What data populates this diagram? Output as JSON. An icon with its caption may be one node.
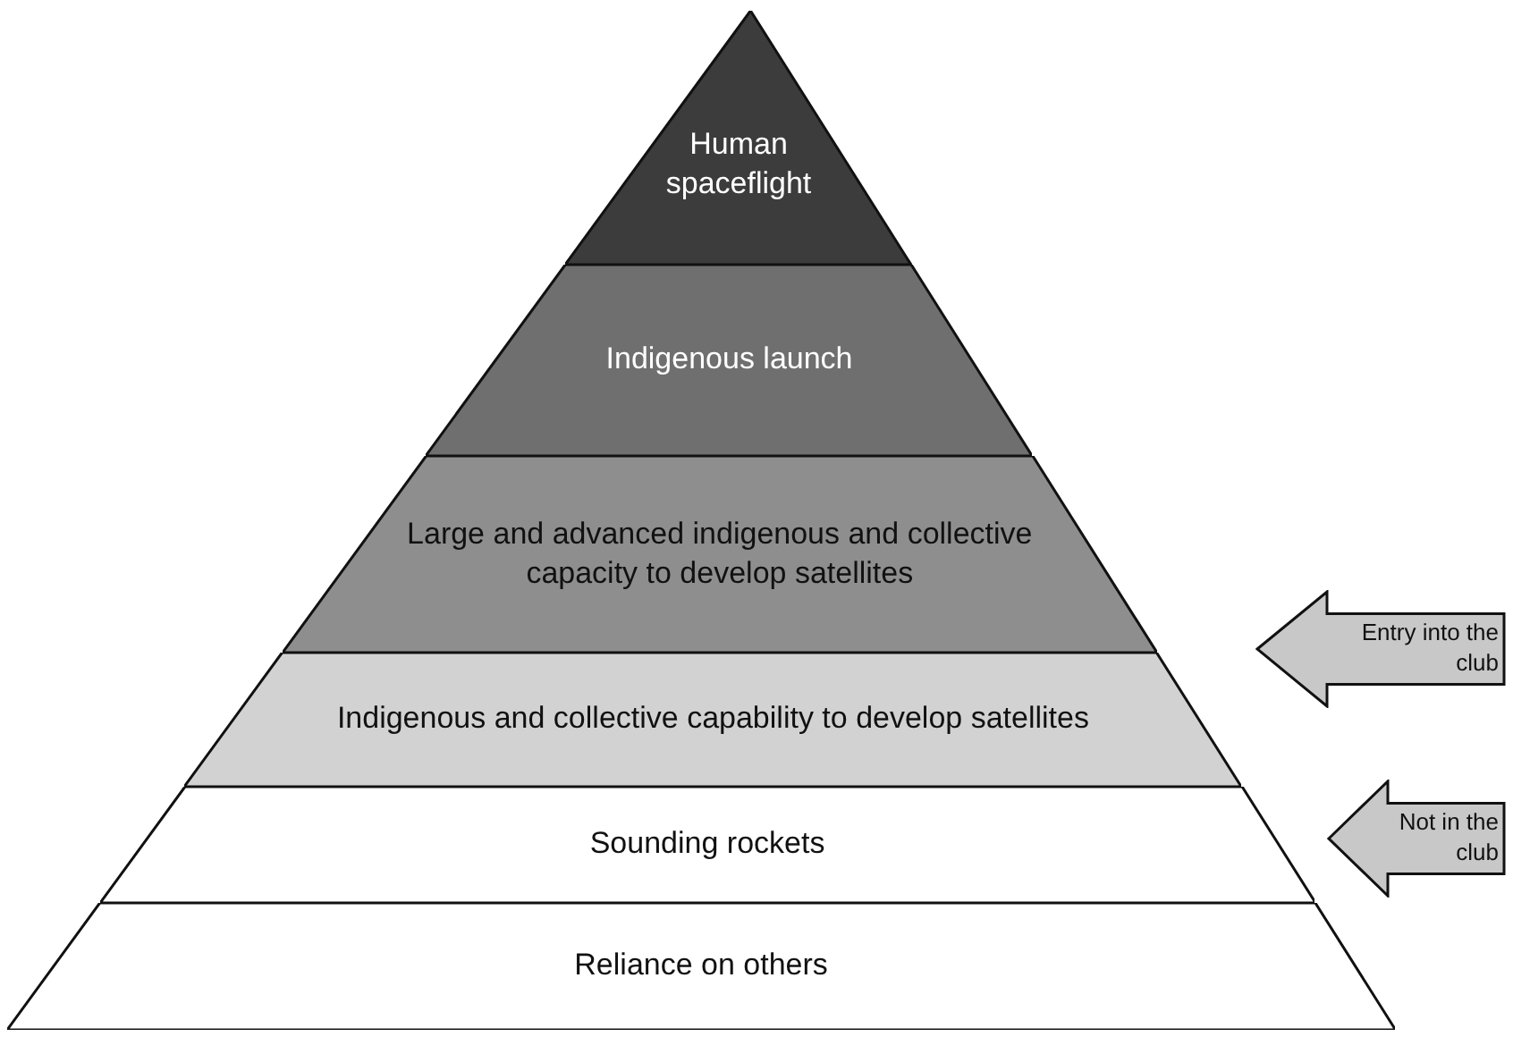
{
  "diagram": {
    "nodes": [
      {
        "text": [
          "Human spaceflight"
        ]
      },
      {
        "text": [
          "Indigenous launch"
        ]
      },
      {
        "text": [
          "Large and advanced indigenous and collective capacity to develop satellites"
        ]
      },
      {
        "text": [
          "Indigenous and collective capability to develop satellites"
        ]
      },
      {
        "text": [
          "Sounding rockets"
        ]
      },
      {
        "text": [
          "Reliance on others"
        ]
      },
      {
        "text": [
          "Entry into the club"
        ]
      },
      {
        "text": [
          "Not in the club"
        ]
      }
    ]
  }
}
